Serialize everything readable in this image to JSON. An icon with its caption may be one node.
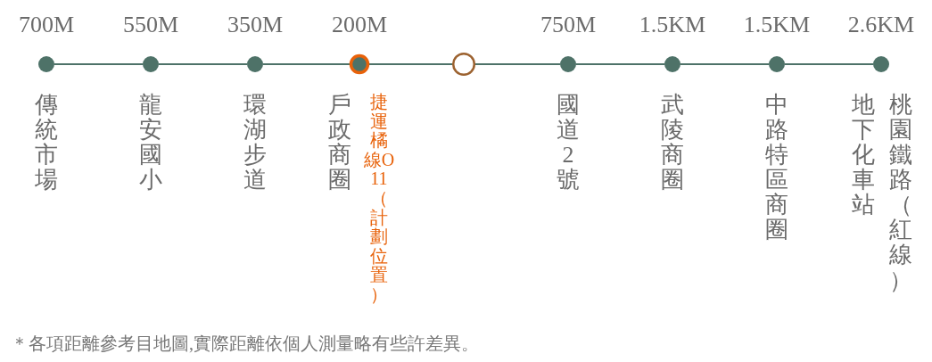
{
  "diagram": {
    "nodes": [
      {
        "text": [],
        "shape": "circle",
        "beside": [
          "700M",
          "傳統市場"
        ]
      },
      {
        "text": [],
        "shape": "circle",
        "beside": [
          "550M",
          "龍安國小"
        ]
      },
      {
        "text": [],
        "shape": "circle",
        "beside": [
          "350M",
          "環湖步道"
        ]
      },
      {
        "text": [],
        "shape": "circle",
        "beside": [
          "200M",
          "捷運橘線O11（計劃位置）",
          "戶政商圈"
        ]
      },
      {
        "text": [],
        "shape": "circle"
      },
      {
        "text": [],
        "shape": "circle",
        "beside": [
          "750M",
          "國道2號"
        ]
      },
      {
        "text": [],
        "shape": "circle",
        "beside": [
          "1.5KM",
          "武陵商圈"
        ]
      },
      {
        "text": [],
        "shape": "circle",
        "beside": [
          "1.5KM",
          "中路特區商圈"
        ]
      },
      {
        "text": [],
        "shape": "circle",
        "beside": [
          "2.6KM",
          "桃園鐵路（紅線）",
          "地下化車站"
        ]
      }
    ],
    "edges": [
      {
        "from": 0,
        "to": 1,
        "arrow": "none"
      },
      {
        "from": 1,
        "to": 2,
        "arrow": "none"
      },
      {
        "from": 2,
        "to": 3,
        "arrow": "none"
      },
      {
        "from": 3,
        "to": 4,
        "arrow": "none"
      },
      {
        "from": 4,
        "to": 5,
        "arrow": "none"
      },
      {
        "from": 5,
        "to": 6,
        "arrow": "none"
      },
      {
        "from": 6,
        "to": 7,
        "arrow": "none"
      },
      {
        "from": 7,
        "to": 8,
        "arrow": "none"
      }
    ],
    "labels": [
      "＊各項距離參考目地圖,實際距離依個人測量略有些許差異。"
    ]
  }
}
